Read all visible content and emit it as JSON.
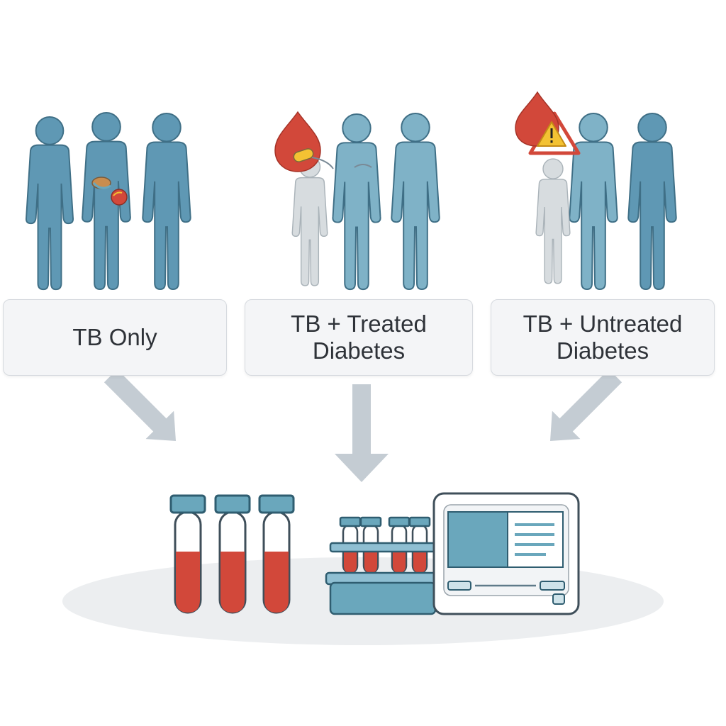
{
  "groups": [
    {
      "label": "TB Only"
    },
    {
      "label": "TB + Treated Diabetes"
    },
    {
      "label": "TB + Untreated Diabetes"
    }
  ],
  "colors": {
    "figure_blue": "#5f98b4",
    "figure_light_blue": "#7fb2c7",
    "figure_outline": "#3f6f86",
    "figure_pale": "#d7dcdf",
    "blood_red": "#d2483a",
    "arrow_gray": "#c4ccd3",
    "panel_fill": "#f4f5f7",
    "panel_border": "#d6dadf",
    "warning_yellow": "#f3c233",
    "platform_gray": "#eceef0"
  },
  "icons": [
    "person-icon",
    "blood-drop-icon",
    "warning-icon",
    "test-tube-icon",
    "tube-rack-icon",
    "analyzer-machine-icon",
    "arrow-icon"
  ]
}
